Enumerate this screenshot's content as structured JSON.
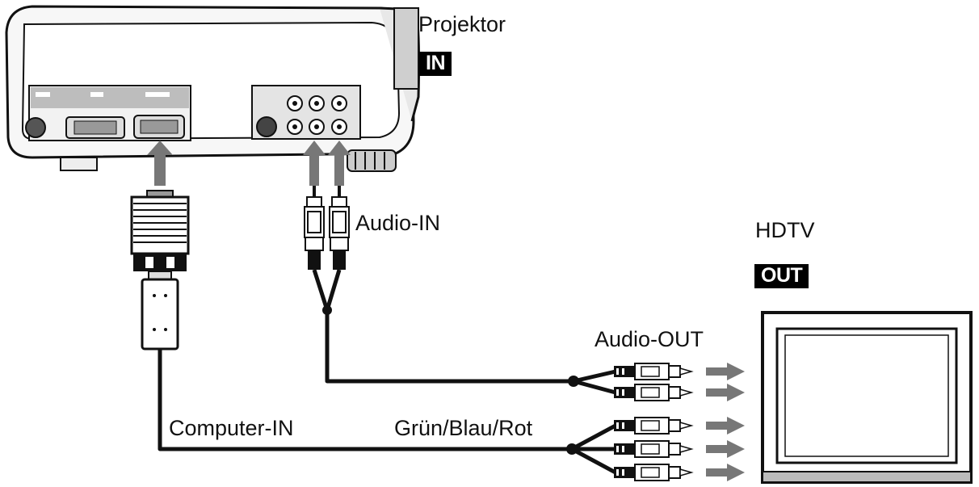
{
  "projector": {
    "label": "Projektor",
    "badge": "IN"
  },
  "hdtv": {
    "label": "HDTV",
    "badge": "OUT"
  },
  "cables": {
    "audio_in": "Audio-IN",
    "audio_out": "Audio-OUT",
    "computer_in": "Computer-IN",
    "component": "Grün/Blau/Rot"
  },
  "colors": {
    "ink": "#111111",
    "arrow": "#777777",
    "panel": "#dddddd"
  }
}
